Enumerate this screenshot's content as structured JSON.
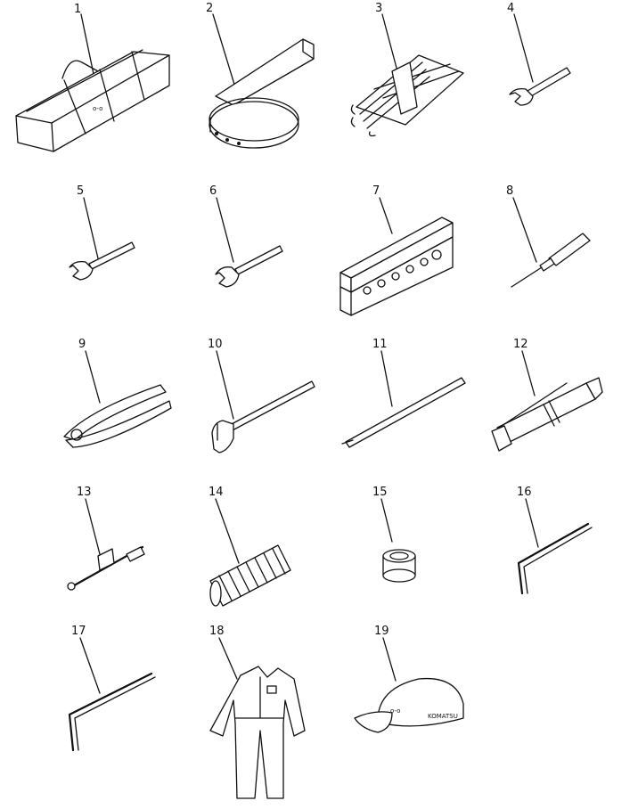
{
  "items": [
    {
      "num": "1"
    },
    {
      "num": "2"
    },
    {
      "num": "3"
    },
    {
      "num": "4"
    },
    {
      "num": "5"
    },
    {
      "num": "6"
    },
    {
      "num": "7"
    },
    {
      "num": "8"
    },
    {
      "num": "9"
    },
    {
      "num": "10"
    },
    {
      "num": "11"
    },
    {
      "num": "12"
    },
    {
      "num": "13"
    },
    {
      "num": "14"
    },
    {
      "num": "15"
    },
    {
      "num": "16"
    },
    {
      "num": "17"
    },
    {
      "num": "18"
    },
    {
      "num": "19"
    }
  ],
  "cap_brand": "KOMATSU"
}
